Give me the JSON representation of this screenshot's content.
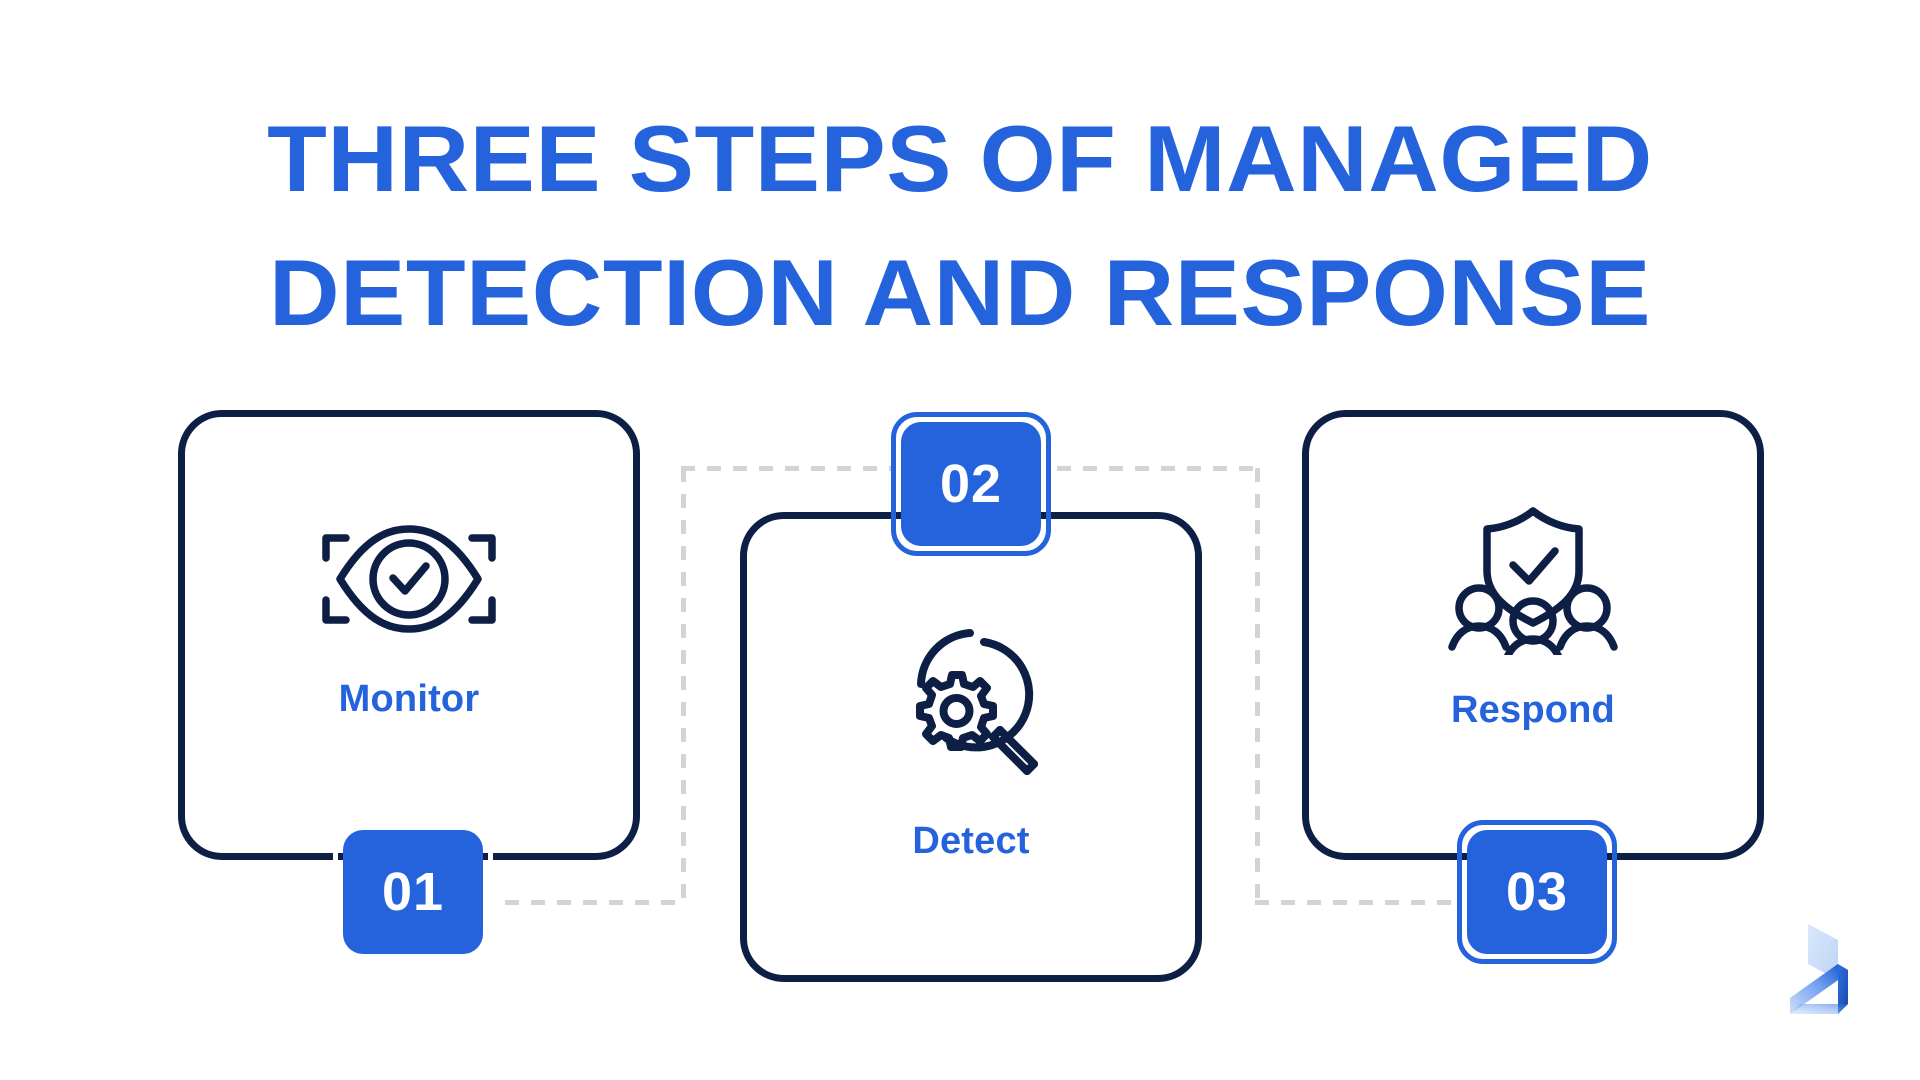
{
  "title": {
    "line1": "THREE STEPS OF MANAGED",
    "line2": "DETECTION AND RESPONSE"
  },
  "colors": {
    "accent_blue": "#2563DD",
    "icon_navy": "#0d1f45",
    "dashed_gray": "#d2d4d8",
    "background": "#ffffff"
  },
  "steps": [
    {
      "number": "01",
      "label": "Monitor",
      "icon": "eye-scan-check-icon",
      "ring_color": "#ffffff"
    },
    {
      "number": "02",
      "label": "Detect",
      "icon": "magnifier-gear-icon",
      "ring_color": "#2563DD"
    },
    {
      "number": "03",
      "label": "Respond",
      "icon": "shield-check-people-icon",
      "ring_color": "#2563DD"
    }
  ],
  "logo": {
    "name": "folded-ribbon-logo"
  }
}
